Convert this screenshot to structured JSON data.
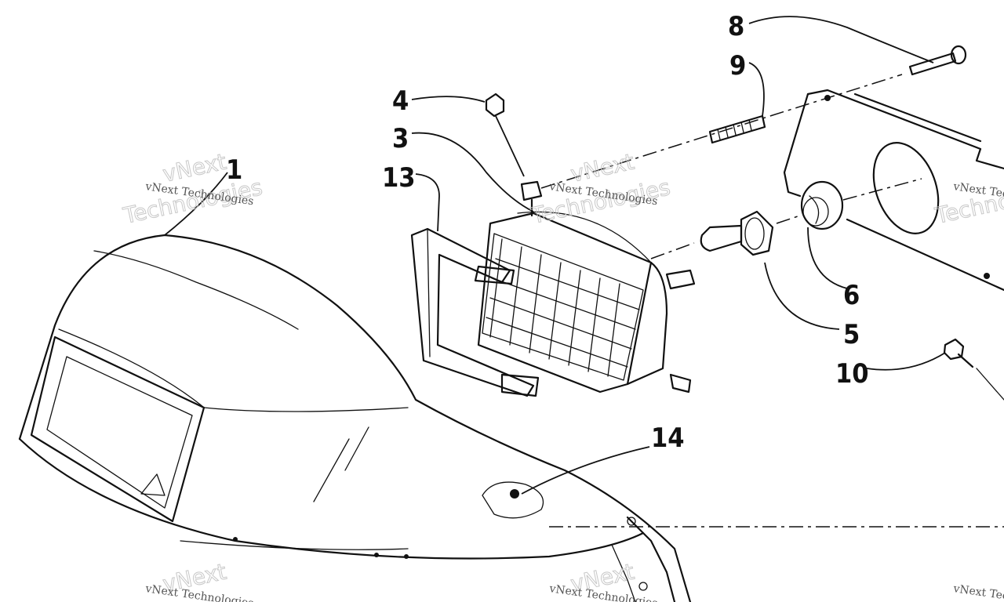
{
  "callouts": {
    "c1": "1",
    "c3": "3",
    "c4": "4",
    "c5": "5",
    "c6": "6",
    "c8": "8",
    "c9": "9",
    "c10": "10",
    "c13": "13",
    "c14": "14"
  },
  "watermark": {
    "line1": "vNext Technologies",
    "brand": "vNext",
    "word": "Technologies"
  }
}
